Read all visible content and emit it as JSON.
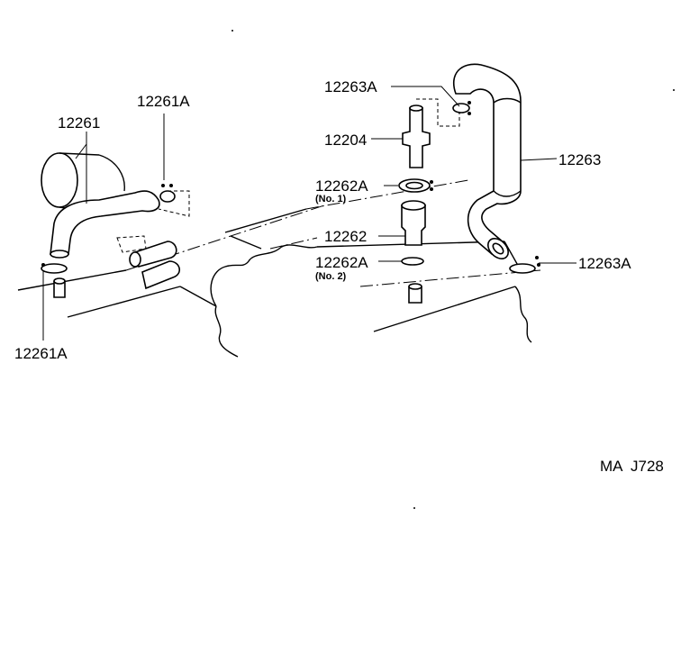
{
  "labels": {
    "hose_left_clip_top": "12261A",
    "hose_left": "12261",
    "hose_left_clip_bottom": "12261A",
    "hose_right_clip_top": "12263A",
    "pcv_valve": "12204",
    "grommet_no1": "12262A",
    "grommet_no1_sub": "(No. 1)",
    "union": "12262",
    "grommet_no2": "12262A",
    "grommet_no2_sub": "(No. 2)",
    "hose_right": "12263",
    "hose_right_clip_bottom": "12263A"
  },
  "figure_code": "MA  J728"
}
